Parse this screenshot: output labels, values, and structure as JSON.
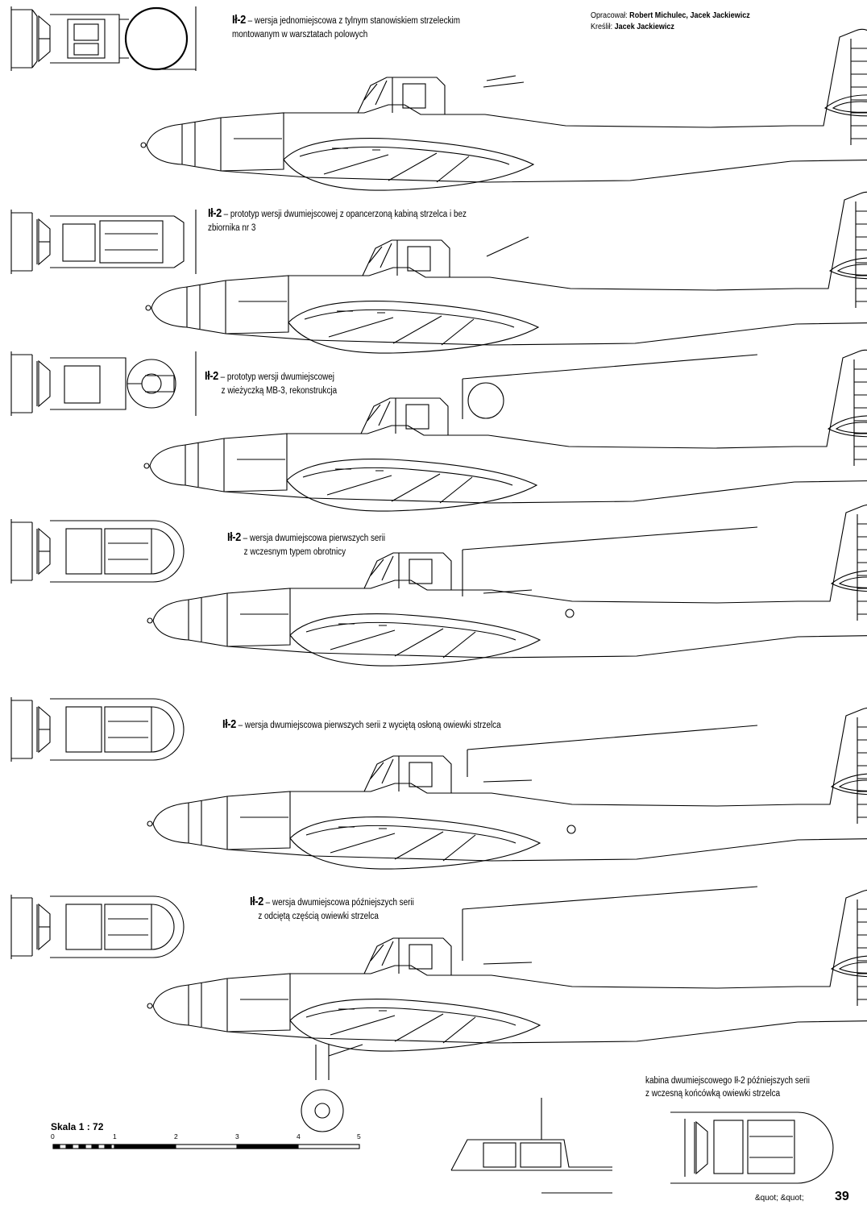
{
  "credits": {
    "prepared_label": "Opracował:",
    "prepared_names": "Robert Michulec, Jacek Jackiewicz",
    "drawn_label": "Kreślił:",
    "drawn_name": "Jacek Jackiewicz"
  },
  "variants": [
    {
      "designation": "Ił-2",
      "description": "– wersja jednomiejscowa z tylnym stanowiskiem strzeleckim",
      "description2": "montowanym w warsztatach polowych"
    },
    {
      "designation": "Ił-2",
      "description": "– prototyp wersji dwumiejscowej z opancerzoną kabiną strzelca i bez",
      "description2": "zbiornika nr 3"
    },
    {
      "designation": "Ił-2",
      "description": "– prototyp wersji dwumiejscowej",
      "description2": "z wieżyczką MB-3, rekonstrukcja"
    },
    {
      "designation": "Ił-2",
      "description": "– wersja dwumiejscowa pierwszych serii",
      "description2": "z wczesnym typem obrotnicy"
    },
    {
      "designation": "Ił-2",
      "description": "– wersja dwumiejscowa pierwszych serii z wyciętą osłoną owiewki strzelca",
      "description2": ""
    },
    {
      "designation": "Ił-2",
      "description": "– wersja dwumiejscowa późniejszych serii",
      "description2": "z odciętą częścią owiewki strzelca"
    }
  ],
  "detail_note": {
    "line1": "kabina dwumiejscowego Ił-2 późniejszych serii",
    "line2": "z wczesną końcówką owiewki strzelca"
  },
  "scale": {
    "label": "Skala 1 : 72",
    "ticks": [
      "0",
      "1",
      "2",
      "3",
      "4",
      "5"
    ]
  },
  "page_number": "39",
  "stray_text": "&quot; &quot;"
}
